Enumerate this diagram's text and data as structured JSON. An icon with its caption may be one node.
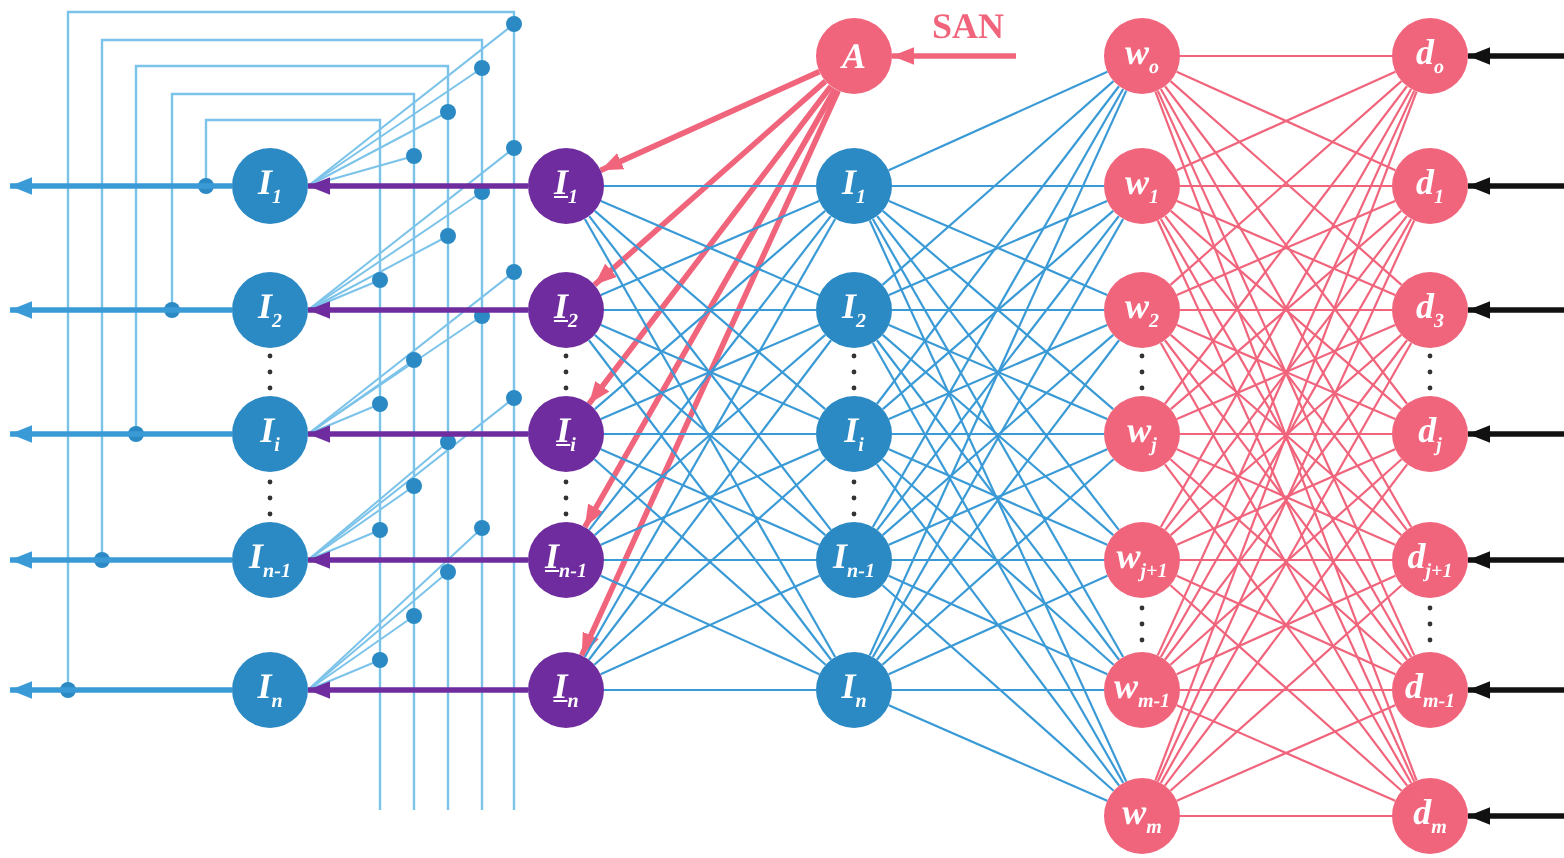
{
  "diagram": {
    "nodes": [
      {
        "text": [
          "I$_{1}$"
        ]
      },
      {
        "text": [
          "I$_{2}$"
        ]
      },
      {
        "text": [
          "I$_{i}$"
        ]
      },
      {
        "text": [
          "I$_{n-1}$"
        ]
      },
      {
        "text": [
          "I$_{n}$"
        ]
      },
      {
        "text": [
          "I$_{1}$"
        ]
      },
      {
        "text": [
          "I$_{2}$"
        ]
      },
      {
        "text": [
          "I$_{i}$"
        ]
      },
      {
        "text": [
          "I$_{n-1}$"
        ]
      },
      {
        "text": [
          "I$_{n}$"
        ]
      },
      {
        "text": [
          "A"
        ]
      },
      {
        "text": [
          "SAN"
        ]
      },
      {
        "text": [
          "I$_{1}$"
        ]
      },
      {
        "text": [
          "I$_{2}$"
        ]
      },
      {
        "text": [
          "I$_{i}$"
        ]
      },
      {
        "text": [
          "I$_{n-1}$"
        ]
      },
      {
        "text": [
          "I$_{n}$"
        ]
      },
      {
        "text": [
          "w$_{o}$"
        ]
      },
      {
        "text": [
          "w$_{1}$"
        ]
      },
      {
        "text": [
          "w$_{2}$"
        ]
      },
      {
        "text": [
          "w$_{j}$"
        ]
      },
      {
        "text": [
          "w$_{j+1}$"
        ]
      },
      {
        "text": [
          "w$_{m-1}$"
        ]
      },
      {
        "text": [
          "w$_{m}$"
        ]
      },
      {
        "text": [
          "d$_{o}$"
        ]
      },
      {
        "text": [
          "d$_{1}$"
        ]
      },
      {
        "text": [
          "d$_{3}$"
        ]
      },
      {
        "text": [
          "d$_{j}$"
        ]
      },
      {
        "text": [
          "d$_{j+1}$"
        ]
      },
      {
        "text": [
          "d$_{m-1}$"
        ]
      },
      {
        "text": [
          "d$_{m}$"
        ]
      }
    ],
    "edges": [
      {
        "from": 5,
        "to": 0,
        "arrow": "to",
        "style": "thick",
        "color": "#6f2c9e"
      },
      {
        "from": 6,
        "to": 1,
        "arrow": "to",
        "style": "thick",
        "color": "#6f2c9e"
      },
      {
        "from": 7,
        "to": 2,
        "arrow": "to",
        "style": "thick",
        "color": "#6f2c9e"
      },
      {
        "from": 8,
        "to": 3,
        "arrow": "to",
        "style": "thick",
        "color": "#6f2c9e"
      },
      {
        "from": 9,
        "to": 4,
        "arrow": "to",
        "style": "thick",
        "color": "#6f2c9e"
      },
      {
        "from": 0,
        "to": null,
        "arrow": "to",
        "style": "thick"
      },
      {
        "from": 1,
        "to": null,
        "arrow": "to",
        "style": "thick"
      },
      {
        "from": 2,
        "to": null,
        "arrow": "to",
        "style": "thick"
      },
      {
        "from": 3,
        "to": null,
        "arrow": "to",
        "style": "thick"
      },
      {
        "from": 4,
        "to": null,
        "arrow": "to",
        "style": "thick"
      },
      {
        "from": 10,
        "to": 5,
        "arrow": "to",
        "style": "thick",
        "color": "#f0647c"
      },
      {
        "from": 10,
        "to": 6,
        "arrow": "to",
        "style": "thick",
        "color": "#f0647c"
      },
      {
        "from": 10,
        "to": 7,
        "arrow": "to",
        "style": "thick",
        "color": "#f0647c"
      },
      {
        "from": 10,
        "to": 8,
        "arrow": "to",
        "style": "thick",
        "color": "#f0647c"
      },
      {
        "from": 10,
        "to": 9,
        "arrow": "to",
        "style": "thick",
        "color": "#f0647c"
      },
      {
        "from": 11,
        "to": 10,
        "arrow": "to",
        "style": "thick",
        "color": "#f0647c"
      },
      {
        "from": 5,
        "to": 12,
        "arrow": "none"
      },
      {
        "from": 5,
        "to": 13,
        "arrow": "none"
      },
      {
        "from": 5,
        "to": 14,
        "arrow": "none"
      },
      {
        "from": 5,
        "to": 15,
        "arrow": "none"
      },
      {
        "from": 5,
        "to": 16,
        "arrow": "none"
      },
      {
        "from": 6,
        "to": 12,
        "arrow": "none"
      },
      {
        "from": 6,
        "to": 13,
        "arrow": "none"
      },
      {
        "from": 6,
        "to": 14,
        "arrow": "none"
      },
      {
        "from": 6,
        "to": 15,
        "arrow": "none"
      },
      {
        "from": 6,
        "to": 16,
        "arrow": "none"
      },
      {
        "from": 7,
        "to": 12,
        "arrow": "none"
      },
      {
        "from": 7,
        "to": 13,
        "arrow": "none"
      },
      {
        "from": 7,
        "to": 14,
        "arrow": "none"
      },
      {
        "from": 7,
        "to": 15,
        "arrow": "none"
      },
      {
        "from": 7,
        "to": 16,
        "arrow": "none"
      },
      {
        "from": 8,
        "to": 12,
        "arrow": "none"
      },
      {
        "from": 8,
        "to": 13,
        "arrow": "none"
      },
      {
        "from": 8,
        "to": 14,
        "arrow": "none"
      },
      {
        "from": 8,
        "to": 15,
        "arrow": "none"
      },
      {
        "from": 8,
        "to": 16,
        "arrow": "none"
      },
      {
        "from": 9,
        "to": 12,
        "arrow": "none"
      },
      {
        "from": 9,
        "to": 13,
        "arrow": "none"
      },
      {
        "from": 9,
        "to": 14,
        "arrow": "none"
      },
      {
        "from": 9,
        "to": 15,
        "arrow": "none"
      },
      {
        "from": 9,
        "to": 16,
        "arrow": "none"
      },
      {
        "from": 12,
        "to": 17,
        "arrow": "none"
      },
      {
        "from": 12,
        "to": 18,
        "arrow": "none"
      },
      {
        "from": 12,
        "to": 19,
        "arrow": "none"
      },
      {
        "from": 12,
        "to": 20,
        "arrow": "none"
      },
      {
        "from": 12,
        "to": 21,
        "arrow": "none"
      },
      {
        "from": 12,
        "to": 22,
        "arrow": "none"
      },
      {
        "from": 12,
        "to": 23,
        "arrow": "none"
      },
      {
        "from": 13,
        "to": 17,
        "arrow": "none"
      },
      {
        "from": 13,
        "to": 18,
        "arrow": "none"
      },
      {
        "from": 13,
        "to": 19,
        "arrow": "none"
      },
      {
        "from": 13,
        "to": 20,
        "arrow": "none"
      },
      {
        "from": 13,
        "to": 21,
        "arrow": "none"
      },
      {
        "from": 13,
        "to": 22,
        "arrow": "none"
      },
      {
        "from": 13,
        "to": 23,
        "arrow": "none"
      },
      {
        "from": 14,
        "to": 17,
        "arrow": "none"
      },
      {
        "from": 14,
        "to": 18,
        "arrow": "none"
      },
      {
        "from": 14,
        "to": 19,
        "arrow": "none"
      },
      {
        "from": 14,
        "to": 20,
        "arrow": "none"
      },
      {
        "from": 14,
        "to": 21,
        "arrow": "none"
      },
      {
        "from": 14,
        "to": 22,
        "arrow": "none"
      },
      {
        "from": 14,
        "to": 23,
        "arrow": "none"
      },
      {
        "from": 15,
        "to": 17,
        "arrow": "none"
      },
      {
        "from": 15,
        "to": 18,
        "arrow": "none"
      },
      {
        "from": 15,
        "to": 19,
        "arrow": "none"
      },
      {
        "from": 15,
        "to": 20,
        "arrow": "none"
      },
      {
        "from": 15,
        "to": 21,
        "arrow": "none"
      },
      {
        "from": 15,
        "to": 22,
        "arrow": "none"
      },
      {
        "from": 15,
        "to": 23,
        "arrow": "none"
      },
      {
        "from": 16,
        "to": 17,
        "arrow": "none"
      },
      {
        "from": 16,
        "to": 18,
        "arrow": "none"
      },
      {
        "from": 16,
        "to": 19,
        "arrow": "none"
      },
      {
        "from": 16,
        "to": 20,
        "arrow": "none"
      },
      {
        "from": 16,
        "to": 21,
        "arrow": "none"
      },
      {
        "from": 16,
        "to": 22,
        "arrow": "none"
      },
      {
        "from": 16,
        "to": 23,
        "arrow": "none"
      },
      {
        "from": 17,
        "to": 24,
        "arrow": "none",
        "color": "#f0647c"
      },
      {
        "from": 17,
        "to": 25,
        "arrow": "none",
        "color": "#f0647c"
      },
      {
        "from": 17,
        "to": 26,
        "arrow": "none",
        "color": "#f0647c"
      },
      {
        "from": 17,
        "to": 27,
        "arrow": "none",
        "color": "#f0647c"
      },
      {
        "from": 17,
        "to": 28,
        "arrow": "none",
        "color": "#f0647c"
      },
      {
        "from": 17,
        "to": 29,
        "arrow": "none",
        "color": "#f0647c"
      },
      {
        "from": 17,
        "to": 30,
        "arrow": "none",
        "color": "#f0647c"
      },
      {
        "from": 18,
        "to": 24,
        "arrow": "none",
        "color": "#f0647c"
      },
      {
        "from": 18,
        "to": 25,
        "arrow": "none",
        "color": "#f0647c"
      },
      {
        "from": 18,
        "to": 26,
        "arrow": "none",
        "color": "#f0647c"
      },
      {
        "from": 18,
        "to": 27,
        "arrow": "none",
        "color": "#f0647c"
      },
      {
        "from": 18,
        "to": 28,
        "arrow": "none",
        "color": "#f0647c"
      },
      {
        "from": 18,
        "to": 29,
        "arrow": "none",
        "color": "#f0647c"
      },
      {
        "from": 18,
        "to": 30,
        "arrow": "none",
        "color": "#f0647c"
      },
      {
        "from": 19,
        "to": 24,
        "arrow": "none",
        "color": "#f0647c"
      },
      {
        "from": 19,
        "to": 25,
        "arrow": "none",
        "color": "#f0647c"
      },
      {
        "from": 19,
        "to": 26,
        "arrow": "none",
        "color": "#f0647c"
      },
      {
        "from": 19,
        "to": 27,
        "arrow": "none",
        "color": "#f0647c"
      },
      {
        "from": 19,
        "to": 28,
        "arrow": "none",
        "color": "#f0647c"
      },
      {
        "from": 19,
        "to": 29,
        "arrow": "none",
        "color": "#f0647c"
      },
      {
        "from": 19,
        "to": 30,
        "arrow": "none",
        "color": "#f0647c"
      },
      {
        "from": 20,
        "to": 24,
        "arrow": "none",
        "color": "#f0647c"
      },
      {
        "from": 20,
        "to": 25,
        "arrow": "none",
        "color": "#f0647c"
      },
      {
        "from": 20,
        "to": 26,
        "arrow": "none",
        "color": "#f0647c"
      },
      {
        "from": 20,
        "to": 27,
        "arrow": "none",
        "color": "#f0647c"
      },
      {
        "from": 20,
        "to": 28,
        "arrow": "none",
        "color": "#f0647c"
      },
      {
        "from": 20,
        "to": 29,
        "arrow": "none",
        "color": "#f0647c"
      },
      {
        "from": 20,
        "to": 30,
        "arrow": "none",
        "color": "#f0647c"
      },
      {
        "from": 21,
        "to": 24,
        "arrow": "none",
        "color": "#f0647c"
      },
      {
        "from": 21,
        "to": 25,
        "arrow": "none",
        "color": "#f0647c"
      },
      {
        "from": 21,
        "to": 26,
        "arrow": "none",
        "color": "#f0647c"
      },
      {
        "from": 21,
        "to": 27,
        "arrow": "none",
        "color": "#f0647c"
      },
      {
        "from": 21,
        "to": 28,
        "arrow": "none",
        "color": "#f0647c"
      },
      {
        "from": 21,
        "to": 29,
        "arrow": "none",
        "color": "#f0647c"
      },
      {
        "from": 21,
        "to": 30,
        "arrow": "none",
        "color": "#f0647c"
      },
      {
        "from": 22,
        "to": 24,
        "arrow": "none",
        "color": "#f0647c"
      },
      {
        "from": 22,
        "to": 25,
        "arrow": "none",
        "color": "#f0647c"
      },
      {
        "from": 22,
        "to": 26,
        "arrow": "none",
        "color": "#f0647c"
      },
      {
        "from": 22,
        "to": 27,
        "arrow": "none",
        "color": "#f0647c"
      },
      {
        "from": 22,
        "to": 28,
        "arrow": "none",
        "color": "#f0647c"
      },
      {
        "from": 22,
        "to": 29,
        "arrow": "none",
        "color": "#f0647c"
      },
      {
        "from": 22,
        "to": 30,
        "arrow": "none",
        "color": "#f0647c"
      },
      {
        "from": 23,
        "to": 24,
        "arrow": "none",
        "color": "#f0647c"
      },
      {
        "from": 23,
        "to": 25,
        "arrow": "none",
        "color": "#f0647c"
      },
      {
        "from": 23,
        "to": 26,
        "arrow": "none",
        "color": "#f0647c"
      },
      {
        "from": 23,
        "to": 27,
        "arrow": "none",
        "color": "#f0647c"
      },
      {
        "from": 23,
        "to": 28,
        "arrow": "none",
        "color": "#f0647c"
      },
      {
        "from": 23,
        "to": 29,
        "arrow": "none",
        "color": "#f0647c"
      },
      {
        "from": 23,
        "to": 30,
        "arrow": "none",
        "color": "#f0647c"
      },
      {
        "from": null,
        "to": 24,
        "arrow": "to",
        "style": "thick",
        "color": "#111111"
      },
      {
        "from": null,
        "to": 25,
        "arrow": "to",
        "style": "thick",
        "color": "#111111"
      },
      {
        "from": null,
        "to": 26,
        "arrow": "to",
        "style": "thick",
        "color": "#111111"
      },
      {
        "from": null,
        "to": 27,
        "arrow": "to",
        "style": "thick",
        "color": "#111111"
      },
      {
        "from": null,
        "to": 28,
        "arrow": "to",
        "style": "thick",
        "color": "#111111"
      },
      {
        "from": null,
        "to": 29,
        "arrow": "to",
        "style": "thick",
        "color": "#111111"
      },
      {
        "from": null,
        "to": 30,
        "arrow": "to",
        "style": "thick",
        "color": "#111111"
      }
    ]
  }
}
